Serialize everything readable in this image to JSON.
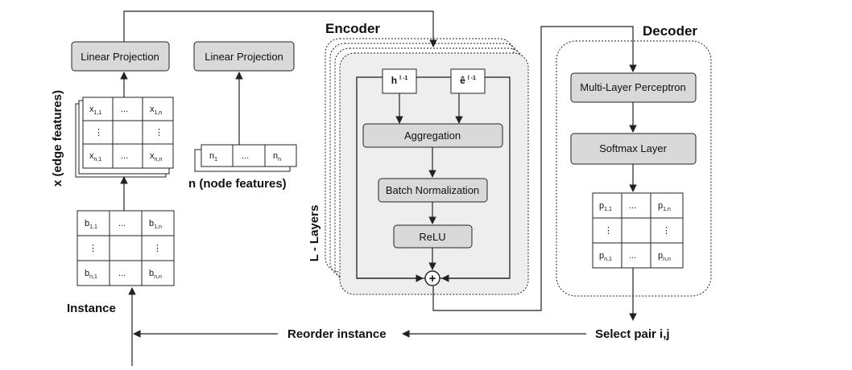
{
  "encoder": {
    "title": "Encoder",
    "h_label": "h",
    "h_sup": "l -1",
    "e_label": "ê",
    "e_sup": "l -1",
    "aggregation": "Aggregation",
    "batch_norm": "Batch Normalization",
    "relu": "ReLU",
    "layers_label": "L - Layers",
    "plus_symbol": "+"
  },
  "decoder": {
    "title": "Decoder",
    "mlp": "Multi-Layer Perceptron",
    "softmax": "Softmax Layer",
    "matrix": {
      "r1": [
        "p",
        "1,1",
        "...",
        "",
        "p",
        "1,n"
      ],
      "r2": [
        "⋮",
        "",
        "",
        "",
        "⋮",
        ""
      ],
      "r3": [
        "p",
        "n,1",
        "...",
        "",
        "p",
        "n,n"
      ]
    }
  },
  "edge": {
    "projection": "Linear Projection",
    "axis_label": "x (edge features)",
    "matrix": {
      "r1": [
        "x",
        "1,1",
        "...",
        "",
        "x",
        "1,n"
      ],
      "r2": [
        "⋮",
        "",
        "",
        "",
        "⋮",
        ""
      ],
      "r3": [
        "x",
        "n,1",
        "...",
        "",
        "x",
        "n,n"
      ]
    }
  },
  "node": {
    "projection": "Linear Projection",
    "axis_label": "n (node features)",
    "cells": [
      "n",
      "1",
      "...",
      "",
      "n",
      "n"
    ]
  },
  "instance": {
    "label": "Instance",
    "matrix": {
      "r1": [
        "b",
        "1,1",
        "...",
        "",
        "b",
        "1,n"
      ],
      "r2": [
        "⋮",
        "",
        "",
        "",
        "⋮",
        ""
      ],
      "r3": [
        "b",
        "n,1",
        "...",
        "",
        "b",
        "n,n"
      ]
    }
  },
  "bottom": {
    "reorder": "Reorder instance",
    "select": "Select pair i,j"
  },
  "colors": {
    "box_fill": "#d9d9d9",
    "panel_fill": "#eeeeee",
    "stroke": "#222222"
  }
}
